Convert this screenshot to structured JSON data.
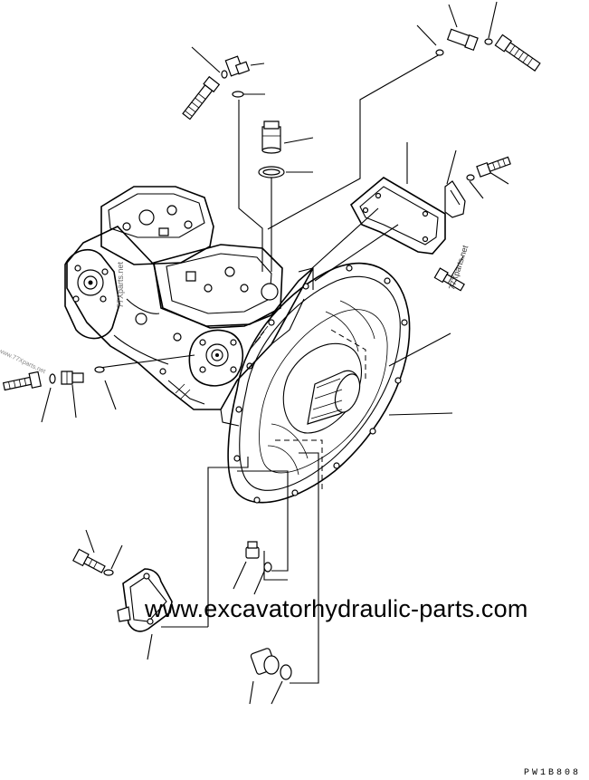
{
  "drawing_code": "PW1B808",
  "watermark_main": "www.excavatorhydraulic-parts.com",
  "watermark_small": "77Xparts.net",
  "watermark_side": "77Xparts.net",
  "watermark_tiny": "www.77Xparts.net"
}
